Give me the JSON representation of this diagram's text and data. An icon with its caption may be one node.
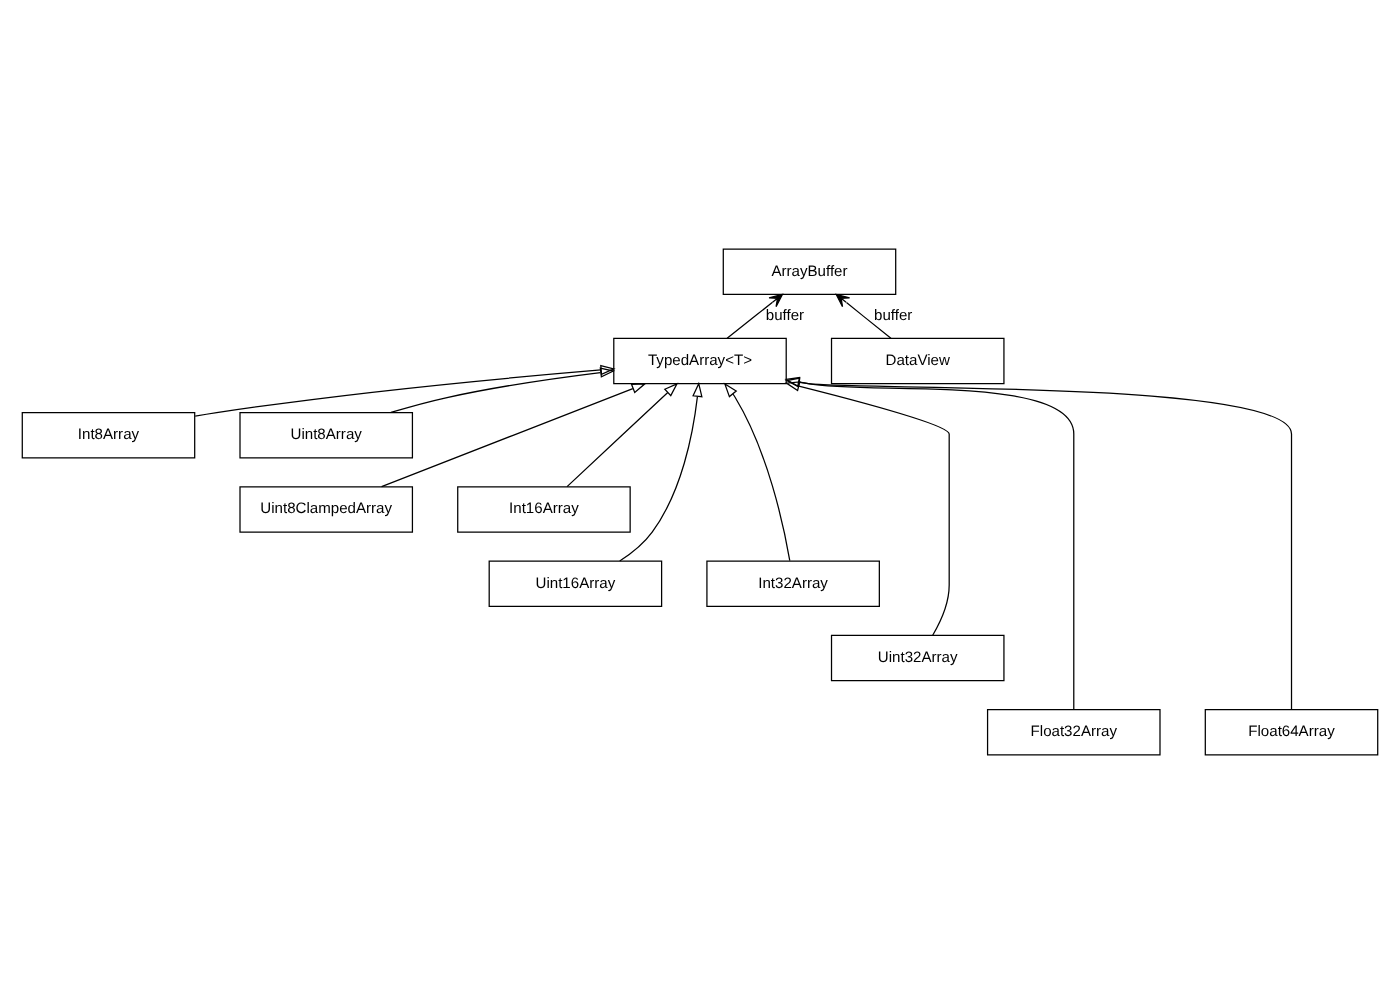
{
  "diagram": {
    "nodes": [
      {
        "text": [
          "ArrayBuffer"
        ]
      },
      {
        "text": [
          "TypedArray<T>"
        ]
      },
      {
        "text": [
          "DataView"
        ]
      },
      {
        "text": [
          "Int8Array"
        ]
      },
      {
        "text": [
          "Uint8Array"
        ]
      },
      {
        "text": [
          "Uint8ClampedArray"
        ]
      },
      {
        "text": [
          "Int16Array"
        ]
      },
      {
        "text": [
          "Uint16Array"
        ]
      },
      {
        "text": [
          "Int32Array"
        ]
      },
      {
        "text": [
          "Uint32Array"
        ]
      },
      {
        "text": [
          "Float32Array"
        ]
      },
      {
        "text": [
          "Float64Array"
        ]
      }
    ],
    "edges": [
      {
        "from": 1,
        "to": 0,
        "arrow": "to",
        "label": "buffer"
      },
      {
        "from": 2,
        "to": 0,
        "arrow": "to",
        "label": "buffer"
      },
      {
        "from": 3,
        "to": 1,
        "arrow": "to"
      },
      {
        "from": 4,
        "to": 1,
        "arrow": "to"
      },
      {
        "from": 5,
        "to": 1,
        "arrow": "to"
      },
      {
        "from": 6,
        "to": 1,
        "arrow": "to"
      },
      {
        "from": 7,
        "to": 1,
        "arrow": "to"
      },
      {
        "from": 8,
        "to": 1,
        "arrow": "to"
      },
      {
        "from": 9,
        "to": 1,
        "arrow": "to"
      },
      {
        "from": 10,
        "to": 1,
        "arrow": "to"
      },
      {
        "from": 11,
        "to": 1,
        "arrow": "to"
      }
    ]
  }
}
